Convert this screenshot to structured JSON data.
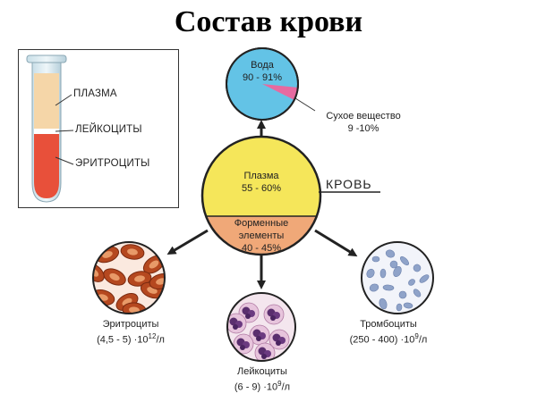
{
  "title": "Состав крови",
  "tube": {
    "plasma": "ПЛАЗМА",
    "leukocytes": "ЛЕЙКОЦИТЫ",
    "erythrocytes": "ЭРИТРОЦИТЫ"
  },
  "blood_label": "КРОВЬ",
  "center": {
    "plasma_name": "Плазма",
    "plasma_value": "55 - 60%",
    "formed_name_1": "Форменные",
    "formed_name_2": "элементы",
    "formed_value": "40 - 45%"
  },
  "water": {
    "name": "Вода",
    "value": "90 - 91%",
    "dry_name": "Сухое вещество",
    "dry_value": "9 -10%"
  },
  "erythrocytes": {
    "name": "Эритроциты",
    "value_base": "(4,5 - 5) ·10",
    "value_exp": "12",
    "value_unit": "/л"
  },
  "leukocytes": {
    "name": "Лейкоциты",
    "value_base": "(6 - 9) ·10",
    "value_exp": "9",
    "value_unit": "/л"
  },
  "platelets": {
    "name": "Тромбоциты",
    "value_base": "(250 - 400) ·10",
    "value_exp": "9",
    "value_unit": "/л"
  },
  "colors": {
    "plasma_yellow": "#f5e65a",
    "formed_orange": "#f0a878",
    "water_blue": "#63c3e6",
    "dry_pink": "#e66aa0",
    "tube_red": "#e8503a",
    "tube_beige": "#f5d6a8",
    "arrow": "#222222"
  }
}
